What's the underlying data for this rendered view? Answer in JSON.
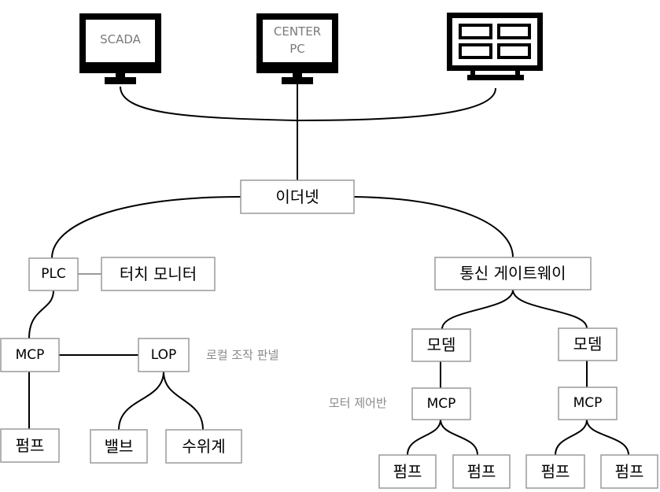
{
  "devices": {
    "scada": {
      "label": "SCADA",
      "icon": "monitor-icon"
    },
    "center_pc": {
      "line1": "CENTER",
      "line2": "PC",
      "icon": "monitor-icon"
    },
    "display_board": {
      "icon": "wall-display-icon"
    }
  },
  "nodes": {
    "ethernet": "이더넷",
    "plc": "PLC",
    "touch_monitor": "터치 모니터",
    "gateway": "통신 게이트웨이",
    "mcp_left": "MCP",
    "lop": "LOP",
    "pump_left": "펌프",
    "valve": "밸브",
    "level_meter": "수위계",
    "modem_1": "모뎀",
    "modem_2": "모뎀",
    "mcp_mid": "MCP",
    "mcp_right": "MCP",
    "pump_mid_1": "펌프",
    "pump_mid_2": "펌프",
    "pump_right_1": "펌프",
    "pump_right_2": "펌프"
  },
  "annotations": {
    "local_panel": "로컬 조작 판넬",
    "motor_panel": "모터 제어반"
  }
}
